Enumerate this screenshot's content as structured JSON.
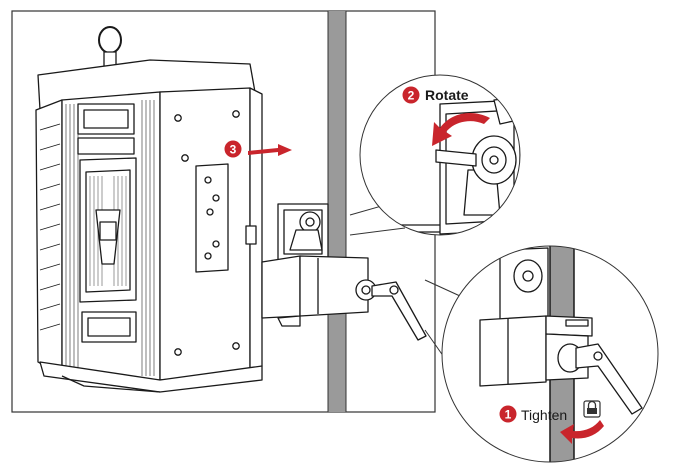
{
  "steps": [
    {
      "number": "1",
      "label": "Tighten"
    },
    {
      "number": "2",
      "label": "Rotate"
    },
    {
      "number": "3",
      "label": ""
    }
  ],
  "colors": {
    "accent": "#c9252c",
    "line": "#1a1a1a",
    "pole": "#9a9a9a",
    "panel": "#ffffff"
  },
  "icons": [
    "lock-icon",
    "rotate-arrow-icon",
    "tighten-arrow-icon",
    "direction-arrow-icon"
  ]
}
